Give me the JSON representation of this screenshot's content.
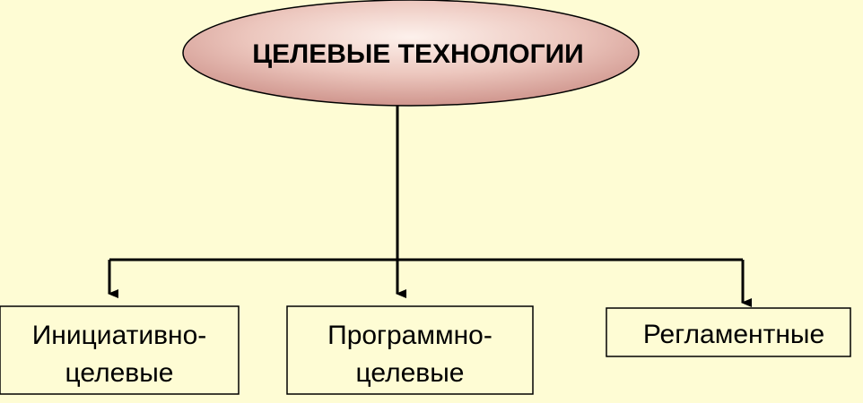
{
  "colors": {
    "background": "#fefcd4",
    "ellipse_center": "#fdf1ec",
    "ellipse_mid": "#ecc6bd",
    "ellipse_edge": "#cf958d",
    "box_fill": "#fefcd4",
    "stroke": "#000000"
  },
  "diagram": {
    "root": {
      "label": "ЦЕЛЕВЫЕ ТЕХНОЛОГИИ"
    },
    "children": [
      {
        "line1": "Инициативно-",
        "line2": "целевые"
      },
      {
        "line1": "Программно-",
        "line2": "целевые"
      },
      {
        "line1": "Регламентные"
      }
    ]
  }
}
